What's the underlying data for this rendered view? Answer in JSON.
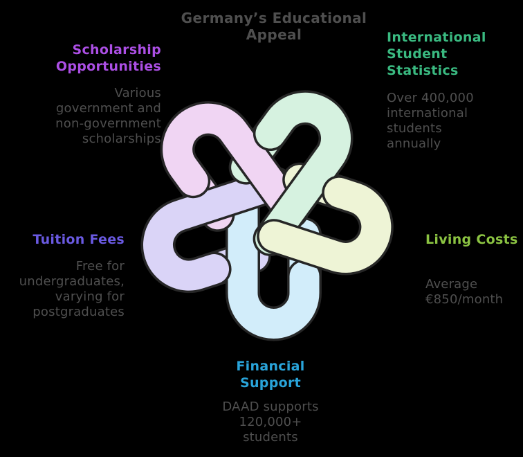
{
  "title": "Germany’s Educational Appeal",
  "colors": {
    "background": "#000000",
    "text_gray": "#4f4f4f",
    "knot_outline": "#262626"
  },
  "nodes": {
    "scholarship": {
      "title": "Scholarship\nOpportunities",
      "color": "#ac4fe5",
      "desc": "Various\ngovernment and\nnon-government\nscholarships"
    },
    "international": {
      "title": "International\nStudent\nStatistics",
      "color": "#3aba81",
      "desc": "Over 400,000\ninternational\nstudents\nannually"
    },
    "tuition": {
      "title": "Tuition Fees",
      "color": "#6a5ae2",
      "desc": "Free for\nundergraduates,\nvarying for\npostgraduates"
    },
    "living": {
      "title": "Living Costs",
      "color": "#8bc342",
      "desc": "Average\n€850/month"
    },
    "financial": {
      "title": "Financial\nSupport",
      "color": "#29a4da",
      "desc": "DAAD supports\n120,000+\nstudents"
    }
  },
  "knot": {
    "strands": {
      "blue": "#d2edfa",
      "lavender": "#dad4f7",
      "pink": "#f0d5f3",
      "mint": "#d6f2e0",
      "yellow": "#eef4d6"
    }
  }
}
